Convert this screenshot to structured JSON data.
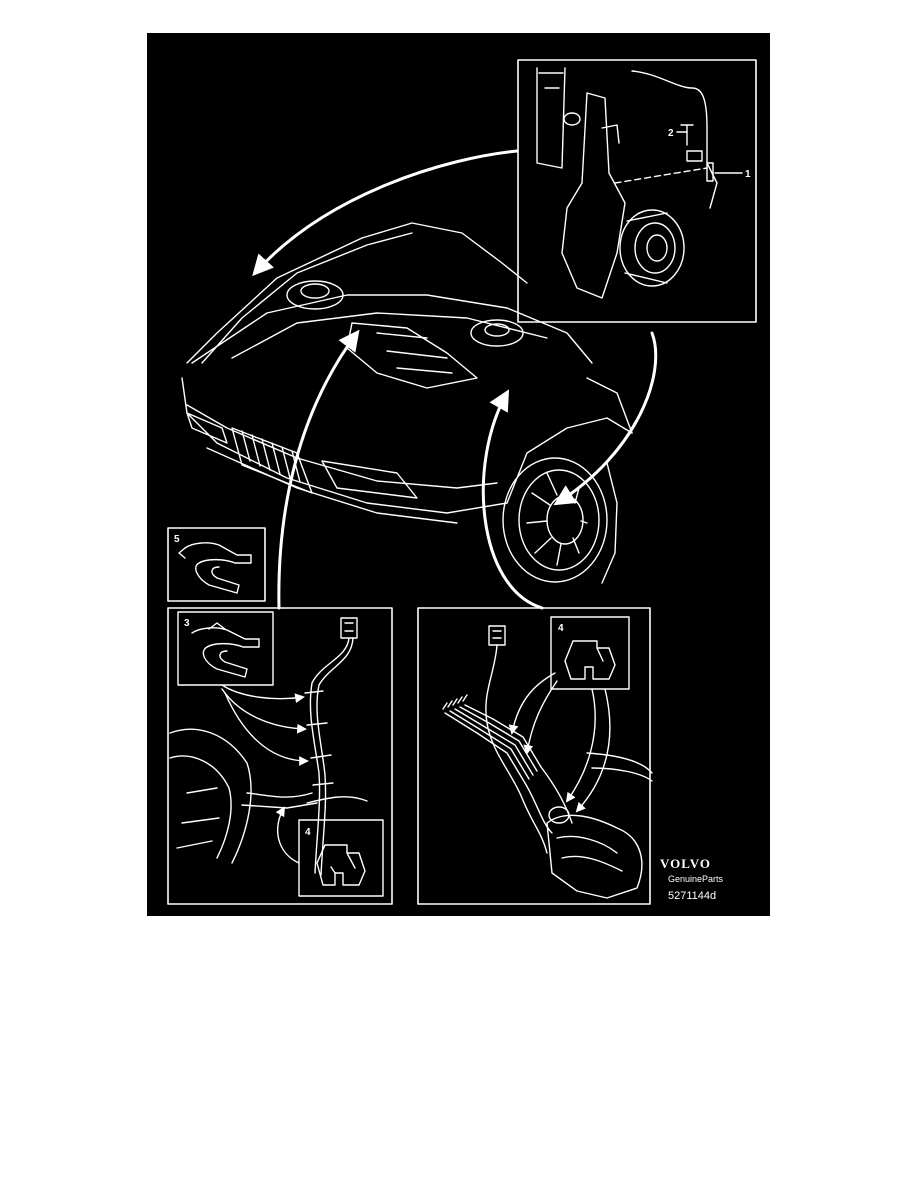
{
  "figure": {
    "callouts": {
      "c1": "1",
      "c2": "2",
      "c3": "3",
      "c4a": "4",
      "c4b": "4",
      "c5": "5"
    },
    "brand": {
      "logo": "VOLVO",
      "tagline": "GenuineParts",
      "code": "5271144d"
    },
    "colors": {
      "background": "#000000",
      "line": "#ffffff"
    }
  }
}
